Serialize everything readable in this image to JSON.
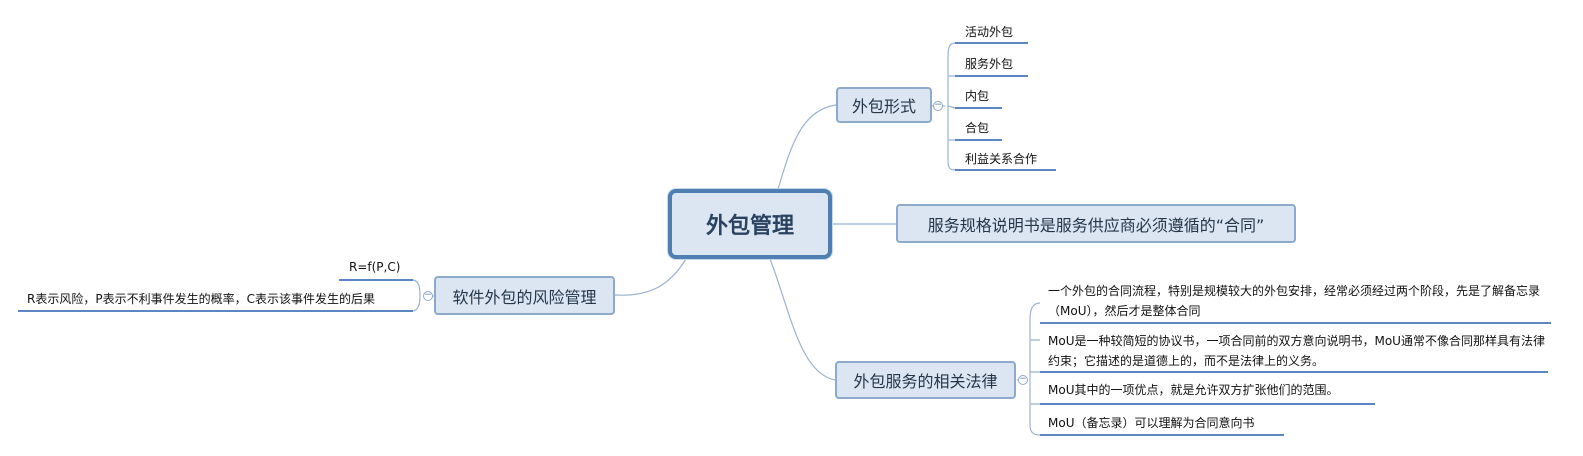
{
  "central": "外包管理",
  "branches": {
    "forms": {
      "label": "外包形式",
      "items": [
        "活动外包",
        "服务外包",
        "内包",
        "合包",
        "利益关系合作"
      ]
    },
    "spec": {
      "label": "服务规格说明书是服务供应商必须遵循的“合同”"
    },
    "law": {
      "label": "外包服务的相关法律",
      "items": [
        "一个外包的合同流程，特别是规模较大的外包安排，经常必须经过两个阶段，先是了解备忘录（MoU），然后才是整体合同",
        "MoU是一种较简短的协议书，一项合同前的双方意向说明书，MoU通常不像合同那样具有法律约束；它描述的是道德上的，而不是法律上的义务。",
        "MoU其中的一项优点，就是允许双方扩张他们的范围。",
        "MoU（备忘录）可以理解为合同意向书"
      ]
    },
    "risk": {
      "label": "软件外包的风险管理",
      "items": [
        "R=f(P,C)",
        "R表示风险，P表示不利事件发生的概率，C表示该事件发生的后果"
      ]
    }
  },
  "colors": {
    "node_fill": "#dbe6f2",
    "node_border": "#8eaacb",
    "central_border": "#4d7fb3",
    "line": "#8eaacb",
    "underline": "#5b86c2"
  }
}
